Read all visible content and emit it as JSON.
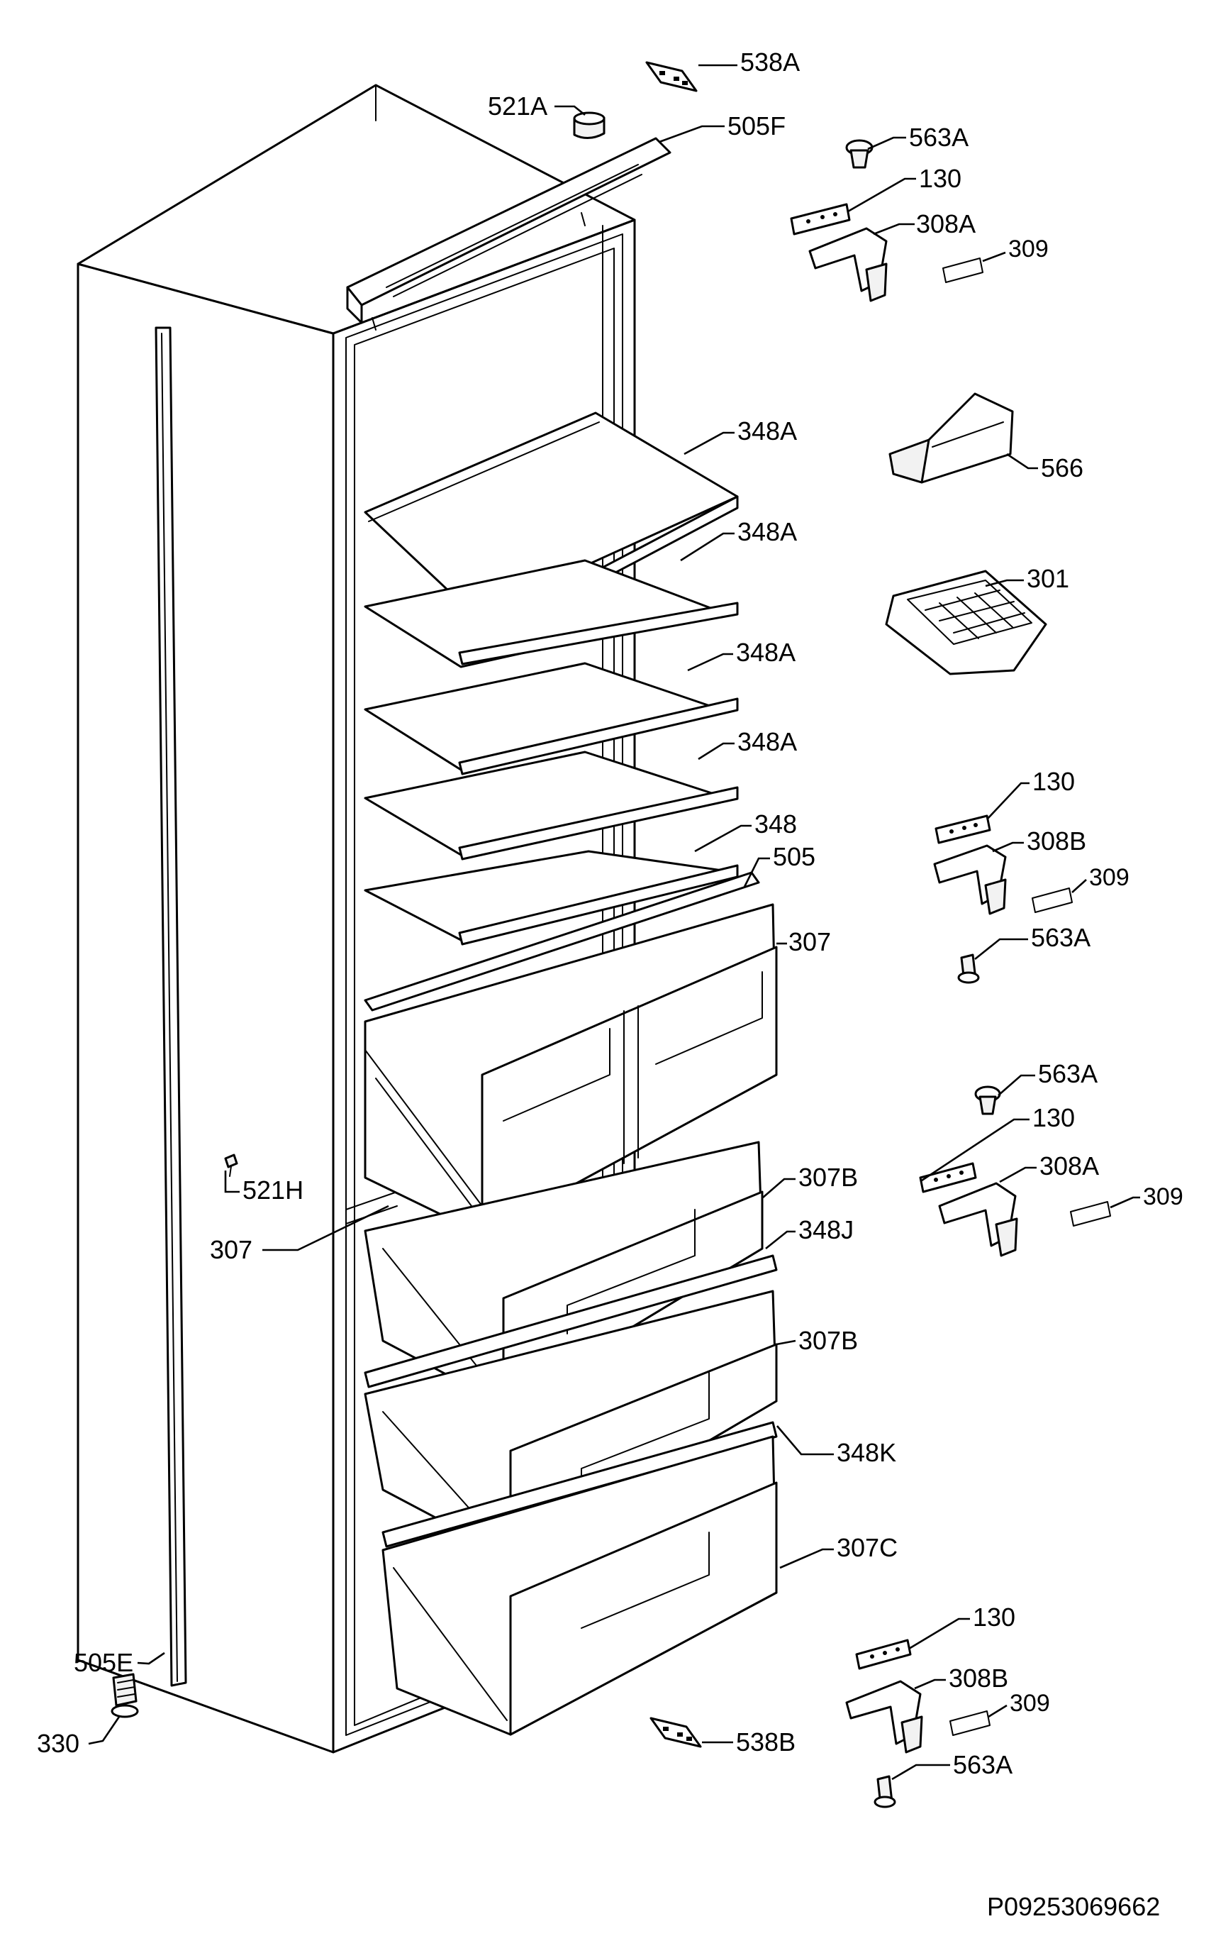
{
  "document_id": "P09253069662",
  "labels": {
    "l538a_top": "538A",
    "l521a": "521A",
    "l505f": "505F",
    "l563a_1": "563A",
    "l130_1": "130",
    "l308a_1": "308A",
    "l309_1": "309",
    "l348a_1": "348A",
    "l566": "566",
    "l348a_2": "348A",
    "l301": "301",
    "l348a_3": "348A",
    "l348a_4": "348A",
    "l130_2": "130",
    "l348": "348",
    "l505": "505",
    "l308b_1": "308B",
    "l309_2": "309",
    "l307_right": "307",
    "l563a_2": "563A",
    "l563a_3": "563A",
    "l130_3": "130",
    "l521h": "521H",
    "l307b_1": "307B",
    "l308a_2": "308A",
    "l309_3": "309",
    "l307_left": "307",
    "l348j": "348J",
    "l307b_2": "307B",
    "l348k": "348K",
    "l307c": "307C",
    "l130_4": "130",
    "l505e": "505E",
    "l308b_2": "308B",
    "l309_4": "309",
    "l330": "330",
    "l538b": "538B",
    "l563a_4": "563A"
  }
}
